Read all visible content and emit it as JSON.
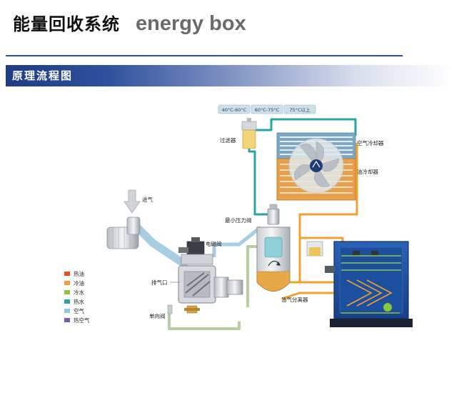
{
  "header": {
    "title_cn": "能量回收系统",
    "title_en": "energy box"
  },
  "section": {
    "title": "原理流程图"
  },
  "temps": [
    "40°C-60°C",
    "60°C-75°C",
    "75°C以上"
  ],
  "labels": {
    "filter": "过滤器",
    "air_cooler": "空气冷却器",
    "oil_cooler": "油冷却器",
    "intake": "进气",
    "min_pressure_valve": "最小压力阀",
    "solenoid_valve": "电磁阀",
    "exhaust_port": "排气口",
    "check_valve": "单向阀",
    "oil_gas_separator": "油气分离器"
  },
  "legend": [
    {
      "label": "热油",
      "color": "#e8501e"
    },
    {
      "label": "冷油",
      "color": "#f0a030"
    },
    {
      "label": "冷水",
      "color": "#8cc63e"
    },
    {
      "label": "热水",
      "color": "#2aa4a0"
    },
    {
      "label": "空气",
      "color": "#8ec6e6"
    },
    {
      "label": "热空气",
      "color": "#7a5ca8"
    }
  ],
  "colors": {
    "oil_pipe": "#f0a030",
    "cold_water_pipe": "#b7cfa0",
    "hot_water_pipe": "#2aa4a0",
    "air_pipe": "#a6cde2",
    "unit_blue": "#1b4d9a"
  }
}
